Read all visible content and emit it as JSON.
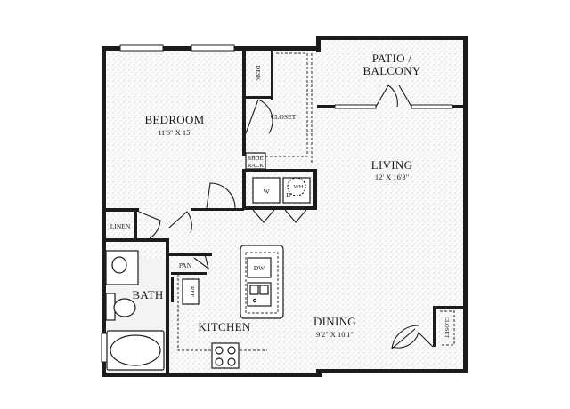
{
  "rooms": {
    "bedroom": {
      "name": "BEDROOM",
      "dims": "11'6\" X 15'"
    },
    "living": {
      "name": "LIVING",
      "dims": "12' X 16'3\""
    },
    "patio": {
      "line1": "PATIO /",
      "line2": "BALCONY"
    },
    "dining": {
      "name": "DINING",
      "dims": "9'2\" X 10'1\""
    },
    "kitchen": {
      "name": "KITCHEN"
    },
    "bath": {
      "name": "BATH"
    }
  },
  "fixtures": {
    "desk": "DESK",
    "closet": "CLOSET",
    "closet2": "CLOSET",
    "shoe_rack_1": "SHOE",
    "shoe_rack_2": "RACK",
    "linen": "LINEN",
    "pantry": "PAN",
    "refrigerator": "REF",
    "dishwasher": "DW",
    "washer": "W",
    "dryer": "D",
    "water_heater": "WH"
  }
}
